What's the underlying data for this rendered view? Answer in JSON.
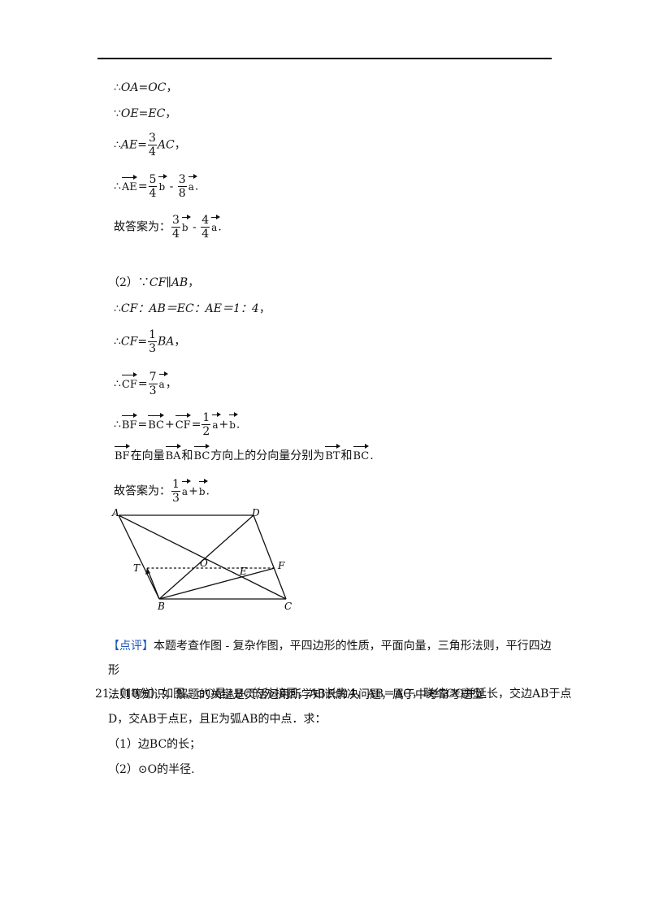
{
  "lines": {
    "l1": {
      "therefore": "∴",
      "a": "OA",
      "eq": "=",
      "b": "OC",
      "end": "，"
    },
    "l2": {
      "because": "∵",
      "a": "OE",
      "eq": "=",
      "b": "EC",
      "end": "，"
    },
    "l3": {
      "therefore": "∴",
      "a": "AE",
      "eq": "=",
      "num": "3",
      "den": "4",
      "b": "AC",
      "end": "，"
    },
    "l4": {
      "therefore": "∴",
      "v": "AE",
      "eq": "=",
      "n1": "5",
      "d1": "4",
      "s1": "b",
      "minus": " - ",
      "n2": "3",
      "d2": "8",
      "s2": "a",
      "end": "."
    },
    "l5": {
      "label": "故答案为：",
      "n1": "3",
      "d1": "4",
      "s1": "b",
      "minus": " - ",
      "n2": "4",
      "d2": "4",
      "s2": "a",
      "end": "."
    },
    "l6": {
      "prefix": "（2）∵",
      "text": "CF∥AB",
      "end": "，"
    },
    "l7": {
      "therefore": "∴",
      "text": "CF：AB＝EC：AE＝1：4",
      "end": "，"
    },
    "l8": {
      "therefore": "∴",
      "a": "CF",
      "eq": "=",
      "num": "1",
      "den": "3",
      "b": "BA",
      "end": "，"
    },
    "l9": {
      "therefore": "∴",
      "v": "CF",
      "eq": "=",
      "num": "7",
      "den": "3",
      "s": "a",
      "end": "，"
    },
    "l10": {
      "therefore": "∴",
      "v1": "BF",
      "eq1": "=",
      "v2": "BC",
      "plus": "+",
      "v3": "CF",
      "eq2": "=",
      "num": "1",
      "den": "2",
      "s1": "a",
      "plus2": "+",
      "s2": "b",
      "end": "."
    },
    "l11": {
      "v1": "BF",
      "t1": "在向量",
      "v2": "BA",
      "t2": "和",
      "v3": "BC",
      "t3": "方向上的分向量分别为",
      "v4": "BT",
      "t4": "和",
      "v5": "BC",
      "end": "."
    },
    "l12": {
      "label": "故答案为：",
      "num": "1",
      "den": "3",
      "s1": "a",
      "plus": "+",
      "s2": "b",
      "end": "."
    }
  },
  "diagram": {
    "labels": {
      "A": "A",
      "D": "D",
      "T": "T",
      "O": "O",
      "E": "E",
      "F": "F",
      "B": "B",
      "C": "C"
    }
  },
  "comment": {
    "tag": "【点评】",
    "line1": "本题考查作图 - 复杂作图，平四边形的性质，平面向量，三角形法则，平行四边形",
    "line2": "法则等知识，解题的关键是灵活运用所学知识解决问题，属于中考常考题型."
  },
  "problem": {
    "line1": "21.（10分）如图，⊙O是△BC的外接圆，AB长为4，AB＝AC，联结CO并延长，交边AB于点",
    "line2": "D，交AB于点E，且E为弧AB的中点．求：",
    "q1": "（1）边BC的长；",
    "q2": "（2）⊙O的半径."
  }
}
